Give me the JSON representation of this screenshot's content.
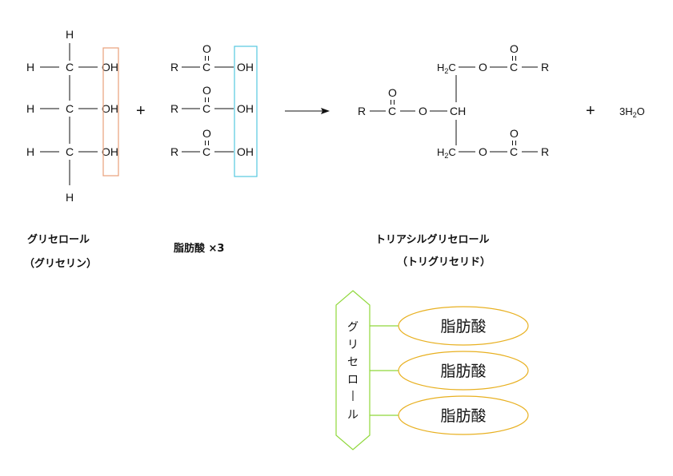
{
  "glycerol": {
    "h_top": "H",
    "h_bottom": "H",
    "rows": [
      {
        "h": "H",
        "c": "C",
        "oh": "OH"
      },
      {
        "h": "H",
        "c": "C",
        "oh": "OH"
      },
      {
        "h": "H",
        "c": "C",
        "oh": "OH"
      }
    ],
    "label1": "グリセロール",
    "label2": "（グリセリン）",
    "box_color": "#e8a07a"
  },
  "plus1": "+",
  "fatty_acid": {
    "rows": [
      {
        "r": "R",
        "c": "C",
        "o": "O",
        "oh": "OH"
      },
      {
        "r": "R",
        "c": "C",
        "o": "O",
        "oh": "OH"
      },
      {
        "r": "R",
        "c": "C",
        "o": "O",
        "oh": "OH"
      }
    ],
    "label": "脂肪酸 ×3",
    "box_color": "#55c8e0"
  },
  "triacyl": {
    "top": {
      "h2c": "H",
      "h2c_sub": "2",
      "h2c_c": "C",
      "o": "O",
      "c": "C",
      "o_dbl": "O",
      "r": "R"
    },
    "middle": {
      "r": "R",
      "c": "C",
      "o_dbl": "O",
      "o": "O",
      "ch": "CH"
    },
    "bottom": {
      "h2c": "H",
      "h2c_sub": "2",
      "h2c_c": "C",
      "o": "O",
      "c": "C",
      "o_dbl": "O",
      "r": "R"
    },
    "label1": "トリアシルグリセロール",
    "label2": "（トリグリセリド）"
  },
  "plus2": "+",
  "water": {
    "prefix": "3H",
    "sub": "2",
    "suffix": "O"
  },
  "schematic": {
    "glycerol_chars": [
      "グ",
      "リ",
      "セ",
      "ロ",
      "ー",
      "ル"
    ],
    "fatty_acids": [
      "脂肪酸",
      "脂肪酸",
      "脂肪酸"
    ],
    "hex_color": "#8fd83a",
    "ellipse_color": "#e8b020"
  }
}
